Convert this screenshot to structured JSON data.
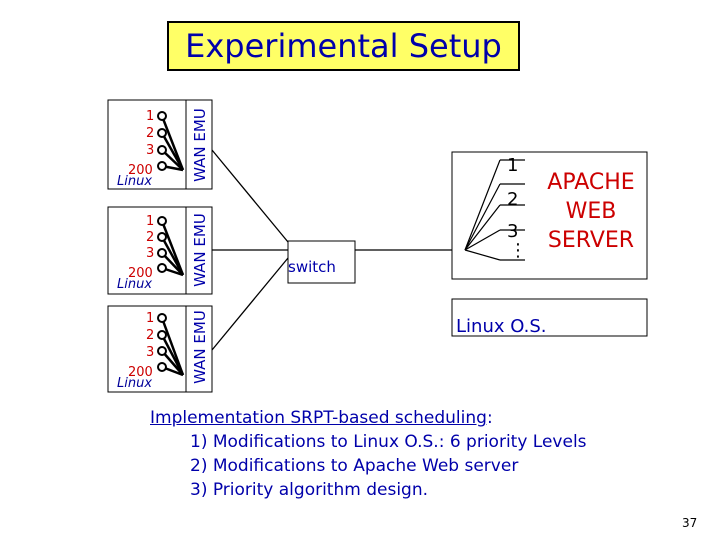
{
  "title": "Experimental Setup",
  "client_machines": [
    {
      "machine_labels": [
        "1",
        "2",
        "3",
        "200"
      ],
      "os": "Linux",
      "emulator": "WAN EMU"
    },
    {
      "machine_labels": [
        "1",
        "2",
        "3",
        "200"
      ],
      "os": "Linux",
      "emulator": "WAN EMU"
    },
    {
      "machine_labels": [
        "1",
        "2",
        "3",
        "200"
      ],
      "os": "Linux",
      "emulator": "WAN EMU"
    }
  ],
  "switch_label": "switch",
  "server_ports": [
    "1",
    "2",
    "3",
    "⋮"
  ],
  "server_label": [
    "APACHE",
    "WEB",
    "SERVER"
  ],
  "os_label": "Linux O.S.",
  "implementation": {
    "heading": "Implementation SRPT-based scheduling",
    "heading_suffix": ":",
    "steps": [
      "1) Modifications to Linux O.S.: 6 priority Levels",
      "2) Modifications to Apache Web server",
      "3) Priority algorithm design."
    ]
  },
  "page_number": "37",
  "colors": {
    "title_bg": "#ffff66",
    "text_blue": "#0000aa",
    "text_red": "#cc0000"
  }
}
